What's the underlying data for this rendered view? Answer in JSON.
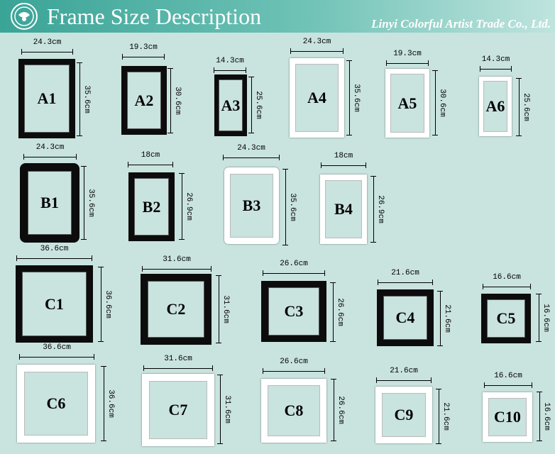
{
  "header": {
    "title": "Frame Size Description",
    "company": "Linyi Colorful Artist Trade Co., Ltd."
  },
  "frames": [
    {
      "code": "A1",
      "width": "24.3cm",
      "height": "35.6cm",
      "style": "black"
    },
    {
      "code": "A2",
      "width": "19.3cm",
      "height": "30.6cm",
      "style": "black"
    },
    {
      "code": "A3",
      "width": "14.3cm",
      "height": "25.6cm",
      "style": "black"
    },
    {
      "code": "A4",
      "width": "24.3cm",
      "height": "35.6cm",
      "style": "white"
    },
    {
      "code": "A5",
      "width": "19.3cm",
      "height": "30.6cm",
      "style": "white"
    },
    {
      "code": "A6",
      "width": "14.3cm",
      "height": "25.6cm",
      "style": "white"
    },
    {
      "code": "B1",
      "width": "24.3cm",
      "height": "35.6cm",
      "style": "black"
    },
    {
      "code": "B2",
      "width": "18cm",
      "height": "26.9cm",
      "style": "black"
    },
    {
      "code": "B3",
      "width": "24.3cm",
      "height": "35.6cm",
      "style": "white"
    },
    {
      "code": "B4",
      "width": "18cm",
      "height": "26.9cm",
      "style": "white"
    },
    {
      "code": "C1",
      "width": "36.6cm",
      "height": "36.6cm",
      "style": "black"
    },
    {
      "code": "C2",
      "width": "31.6cm",
      "height": "31.6cm",
      "style": "black"
    },
    {
      "code": "C3",
      "width": "26.6cm",
      "height": "26.6cm",
      "style": "black"
    },
    {
      "code": "C4",
      "width": "21.6cm",
      "height": "21.6cm",
      "style": "black"
    },
    {
      "code": "C5",
      "width": "16.6cm",
      "height": "16.6cm",
      "style": "black"
    },
    {
      "code": "C6",
      "width": "36.6cm",
      "height": "36.6cm",
      "style": "white"
    },
    {
      "code": "C7",
      "width": "31.6cm",
      "height": "31.6cm",
      "style": "white"
    },
    {
      "code": "C8",
      "width": "26.6cm",
      "height": "26.6cm",
      "style": "white"
    },
    {
      "code": "C9",
      "width": "21.6cm",
      "height": "21.6cm",
      "style": "white"
    },
    {
      "code": "C10",
      "width": "16.6cm",
      "height": "16.6cm",
      "style": "white"
    }
  ]
}
